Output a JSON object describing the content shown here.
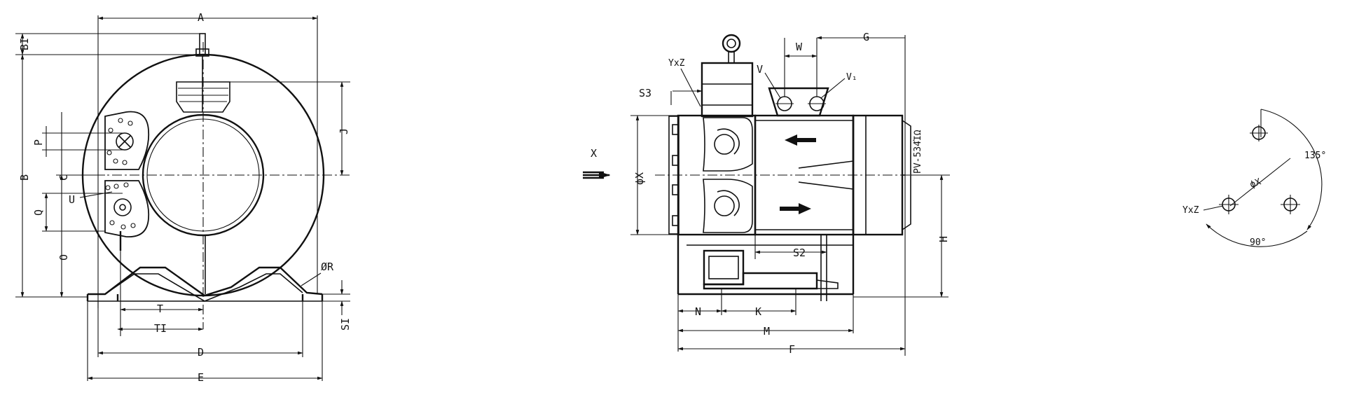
{
  "front_view": {
    "dims": {
      "A": "A",
      "B": "B",
      "B1": "BI",
      "C": "C",
      "D": "D",
      "E": "E",
      "J": "J",
      "O": "O",
      "P": "P",
      "Q": "Q",
      "R": "ØR",
      "S1": "SI",
      "T": "T",
      "T1": "TI",
      "U": "U"
    }
  },
  "side_view": {
    "dims": {
      "X_dir": "X",
      "phiX": "ϕX",
      "YxZ": "YxZ",
      "S3": "S3",
      "W": "W",
      "G": "G",
      "V": "V",
      "V1": "V₁",
      "model": "PV-534ΊΩ",
      "H": "H",
      "S2": "S2",
      "N": "N",
      "K": "K",
      "M": "M",
      "F": "F"
    }
  },
  "flange_view": {
    "dims": {
      "phiX": "ϕX",
      "YxZ": "YxZ",
      "angle135": "135°",
      "angle90": "90°"
    }
  }
}
